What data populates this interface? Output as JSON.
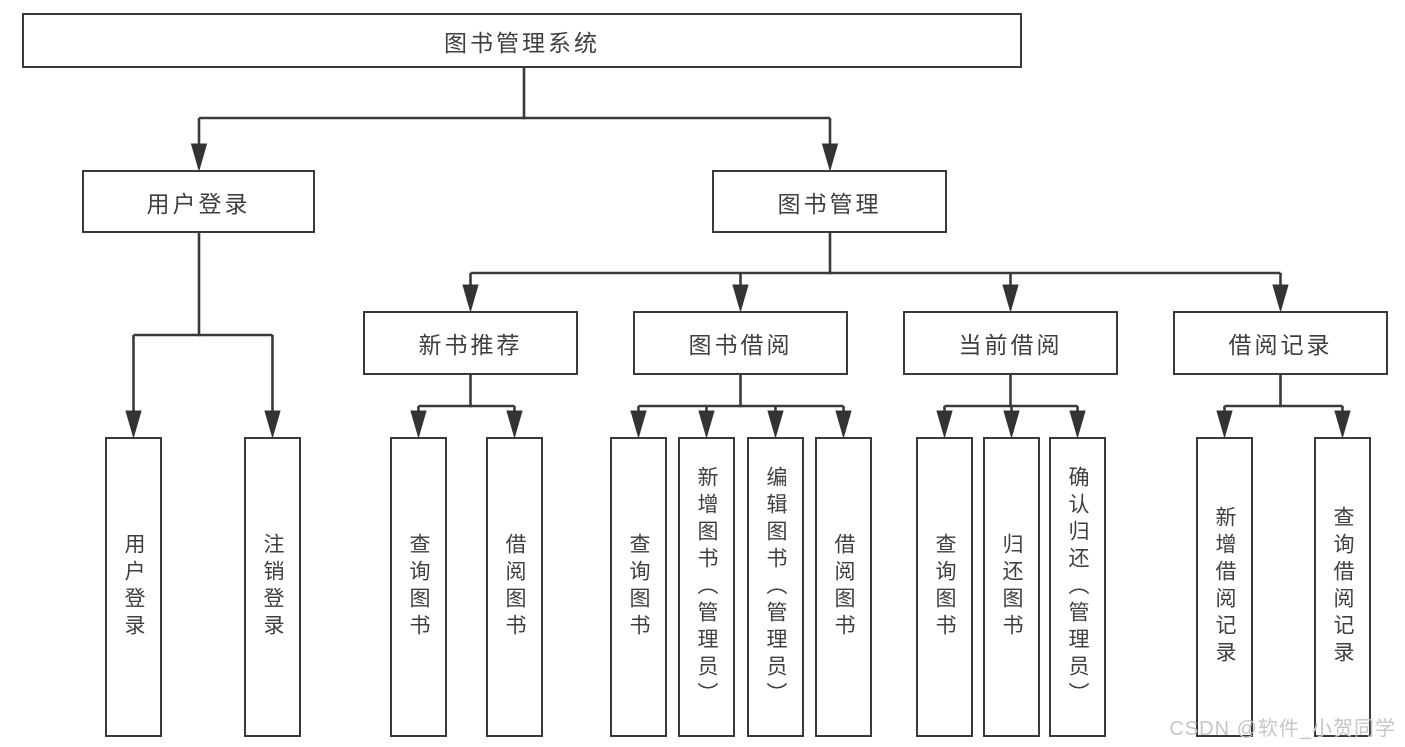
{
  "diagram": {
    "root": {
      "label": "图书管理系统"
    },
    "level2": [
      {
        "label": "用户登录"
      },
      {
        "label": "图书管理"
      }
    ],
    "level3": [
      {
        "label": "新书推荐"
      },
      {
        "label": "图书借阅"
      },
      {
        "label": "当前借阅"
      },
      {
        "label": "借阅记录"
      }
    ],
    "leaves": {
      "user_login": [
        {
          "label": "用户登录"
        },
        {
          "label": "注销登录"
        }
      ],
      "new_book_recommend": [
        {
          "label": "查询图书"
        },
        {
          "label": "借阅图书"
        }
      ],
      "book_borrowing": [
        {
          "label": "查询图书"
        },
        {
          "label": "新增图书（管理员）"
        },
        {
          "label": "编辑图书（管理员）"
        },
        {
          "label": "借阅图书"
        }
      ],
      "current_borrowing": [
        {
          "label": "查询图书"
        },
        {
          "label": "归还图书"
        },
        {
          "label": "确认归还（管理员）"
        }
      ],
      "borrowing_records": [
        {
          "label": "新增借阅记录"
        },
        {
          "label": "查询借阅记录"
        }
      ]
    }
  },
  "watermark": {
    "text": "CSDN @软件_小贺同学"
  },
  "colors": {
    "line": "#3a3a3a",
    "text": "#3f3f3f",
    "watermark": "#c6c6c6",
    "background": "#ffffff"
  }
}
